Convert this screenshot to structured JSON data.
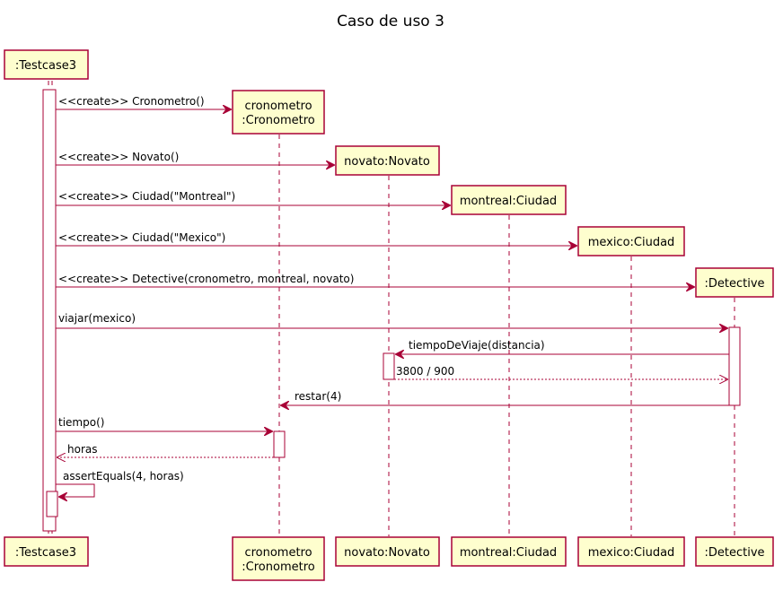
{
  "title": "Caso de uso 3",
  "participants": {
    "testcase": {
      "label": ":Testcase3"
    },
    "cronometro": {
      "line1": "cronometro",
      "line2": ":Cronometro"
    },
    "novato": {
      "label": "novato:Novato"
    },
    "montreal": {
      "label": "montreal:Ciudad"
    },
    "mexico": {
      "label": "mexico:Ciudad"
    },
    "detective": {
      "label": ":Detective"
    }
  },
  "messages": {
    "m1": "<<create>> Cronometro()",
    "m2": "<<create>> Novato()",
    "m3": "<<create>> Ciudad(\"Montreal\")",
    "m4": "<<create>> Ciudad(\"Mexico\")",
    "m5": "<<create>> Detective(cronometro, montreal, novato)",
    "m6": "viajar(mexico)",
    "m7": "tiempoDeViaje(distancia)",
    "m8": "3800 / 900",
    "m9": "restar(4)",
    "m10": "tiempo()",
    "m11": "horas",
    "m12": "assertEquals(4, horas)"
  },
  "colors": {
    "box_fill": "#FEFECE",
    "border": "#A80036"
  }
}
